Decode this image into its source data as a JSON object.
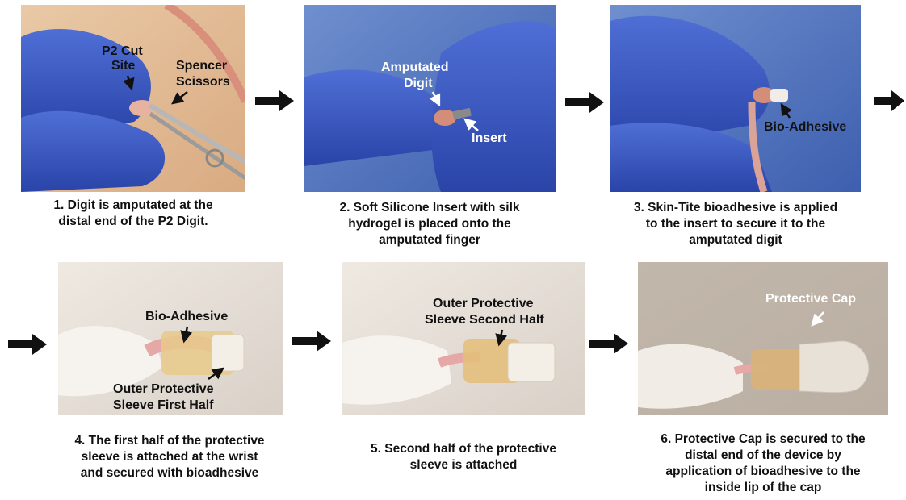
{
  "steps": [
    {
      "labels": [
        "P2 Cut",
        "Site",
        "Spencer",
        "Scissors"
      ],
      "caption": [
        "1. Digit is amputated at the",
        "distal end of the P2 Digit."
      ]
    },
    {
      "labels": [
        "Amputated",
        "Digit",
        "Insert"
      ],
      "caption": [
        "2. Soft Silicone Insert with silk",
        "hydrogel is placed onto the",
        "amputated finger"
      ]
    },
    {
      "labels": [
        "Bio-Adhesive"
      ],
      "caption": [
        "3. Skin-Tite bioadhesive is applied",
        "to the insert to secure it to the",
        "amputated digit"
      ]
    },
    {
      "labels": [
        "Bio-Adhesive",
        "Outer Protective",
        "Sleeve First Half"
      ],
      "caption": [
        "4. The first half of the protective",
        "sleeve is attached at the wrist",
        "and secured with bioadhesive"
      ]
    },
    {
      "labels": [
        "Outer Protective",
        "Sleeve Second Half"
      ],
      "caption": [
        "5.  Second half of the protective",
        "sleeve is attached"
      ]
    },
    {
      "labels": [
        "Protective Cap"
      ],
      "caption": [
        "6. Protective Cap is secured to the",
        "distal end of the device by",
        "application of bioadhesive to the",
        "inside lip of the cap"
      ]
    }
  ]
}
